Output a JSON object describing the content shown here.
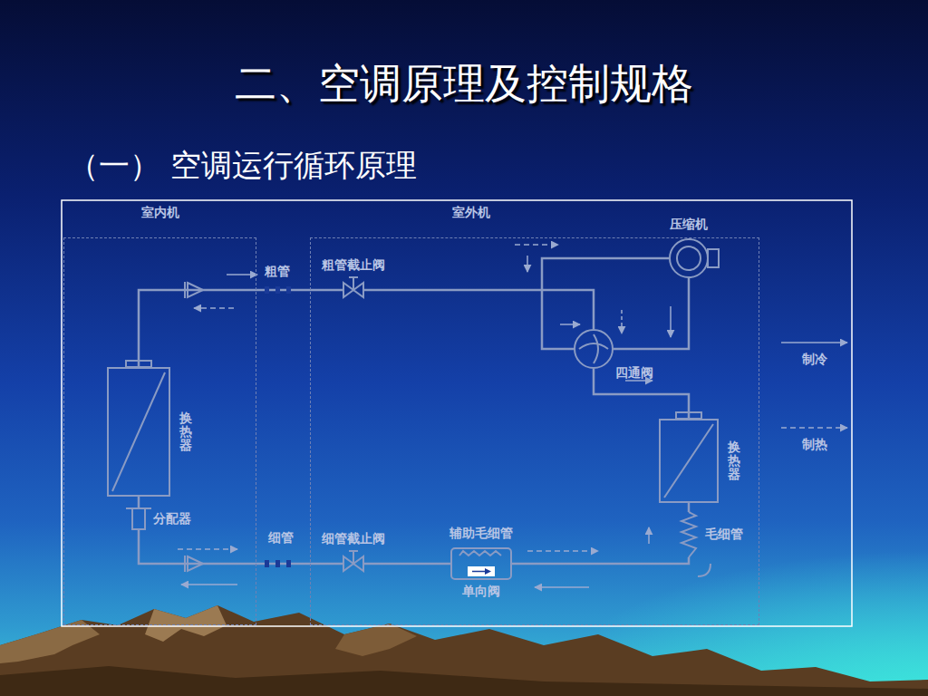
{
  "diagram": {
    "title": "二、空调原理及控制规格",
    "nodes": [
      {
        "text": [
          "室内机"
        ]
      },
      {
        "text": [
          "室外机"
        ]
      },
      {
        "text": [
          "换热器"
        ],
        "in": 0
      },
      {
        "text": [
          "分配器"
        ],
        "in": 0
      },
      {
        "text": [
          "粗管截止阀"
        ],
        "in": 1
      },
      {
        "text": [
          "压缩机"
        ],
        "in": 1
      },
      {
        "text": [
          "四通阀"
        ],
        "in": 1
      },
      {
        "text": [
          "换热器"
        ],
        "in": 1
      },
      {
        "text": [
          "毛细管"
        ],
        "in": 1
      },
      {
        "text": [
          "细管截止阀"
        ],
        "in": 1
      },
      {
        "text": [
          "辅助毛细管",
          "单向阀"
        ],
        "in": 1
      }
    ],
    "edges": [
      {
        "from": 2,
        "to": 4,
        "arrow": "none"
      },
      {
        "from": 4,
        "to": 6,
        "arrow": "none"
      },
      {
        "from": 6,
        "to": 5,
        "arrow": "none"
      },
      {
        "from": 5,
        "to": 6,
        "arrow": "none"
      },
      {
        "from": 6,
        "to": 7,
        "arrow": "none"
      },
      {
        "from": 7,
        "to": 8,
        "arrow": "none"
      },
      {
        "from": 8,
        "to": 10,
        "arrow": "none"
      },
      {
        "from": 10,
        "to": 9,
        "arrow": "none"
      },
      {
        "from": 9,
        "to": 3,
        "arrow": "none"
      },
      {
        "from": 2,
        "to": 3,
        "arrow": "none"
      }
    ],
    "labels": [
      "（一） 空调运行循环原理",
      "粗管",
      "细管",
      "制冷",
      "制热"
    ]
  }
}
